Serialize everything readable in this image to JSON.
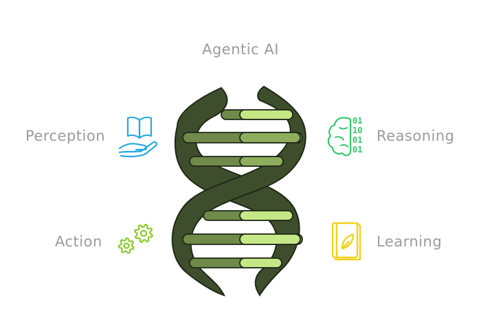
{
  "title": "Agentic AI",
  "items": [
    {
      "label": "Perception",
      "icon": "book-hand-icon",
      "color": "#29a8e0"
    },
    {
      "label": "Reasoning",
      "icon": "brain-binary-icon",
      "color": "#35c86d"
    },
    {
      "label": "Action",
      "icon": "gears-icon",
      "color": "#8acb2a"
    },
    {
      "label": "Learning",
      "icon": "book-leaf-icon",
      "color": "#f0d21c"
    }
  ],
  "helix": {
    "strand_color": "#3e4e2c",
    "outline_color": "#1f2818",
    "rung_dark": "#6f8a49",
    "rung_light": "#c5e887"
  },
  "binary_digits": [
    "01",
    "10",
    "01",
    "01"
  ]
}
